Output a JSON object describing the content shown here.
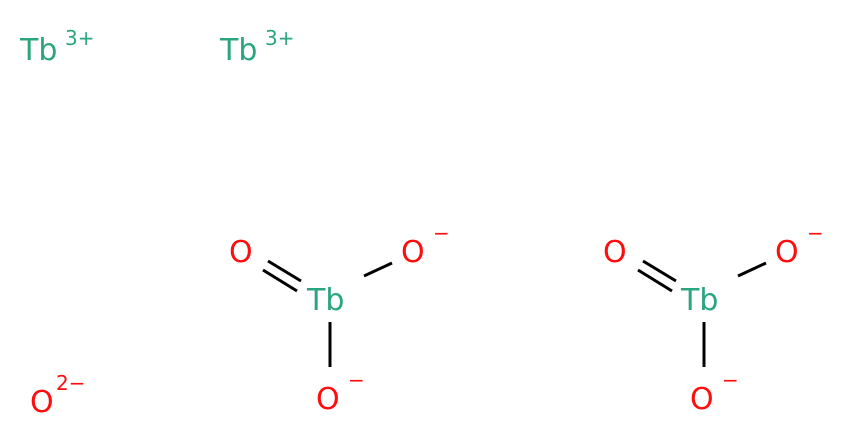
{
  "diagram": {
    "colors": {
      "terbium": "#2aa57f",
      "oxygen": "#ff0d0d",
      "bond": "#000000"
    },
    "ions": [
      {
        "symbol": "Tb",
        "charge": "3+",
        "element": "terbium"
      },
      {
        "symbol": "Tb",
        "charge": "3+",
        "element": "terbium"
      },
      {
        "symbol": "O",
        "charge": "2−",
        "element": "oxygen"
      }
    ],
    "units": [
      {
        "center": {
          "symbol": "Tb",
          "element": "terbium"
        },
        "double_oxygen": {
          "symbol": "O",
          "element": "oxygen"
        },
        "oxide_right": {
          "symbol": "O",
          "charge": "−",
          "element": "oxygen"
        },
        "oxide_bottom": {
          "symbol": "O",
          "charge": "−",
          "element": "oxygen"
        }
      },
      {
        "center": {
          "symbol": "Tb",
          "element": "terbium"
        },
        "double_oxygen": {
          "symbol": "O",
          "element": "oxygen"
        },
        "oxide_right": {
          "symbol": "O",
          "charge": "−",
          "element": "oxygen"
        },
        "oxide_bottom": {
          "symbol": "O",
          "charge": "−",
          "element": "oxygen"
        }
      }
    ]
  }
}
